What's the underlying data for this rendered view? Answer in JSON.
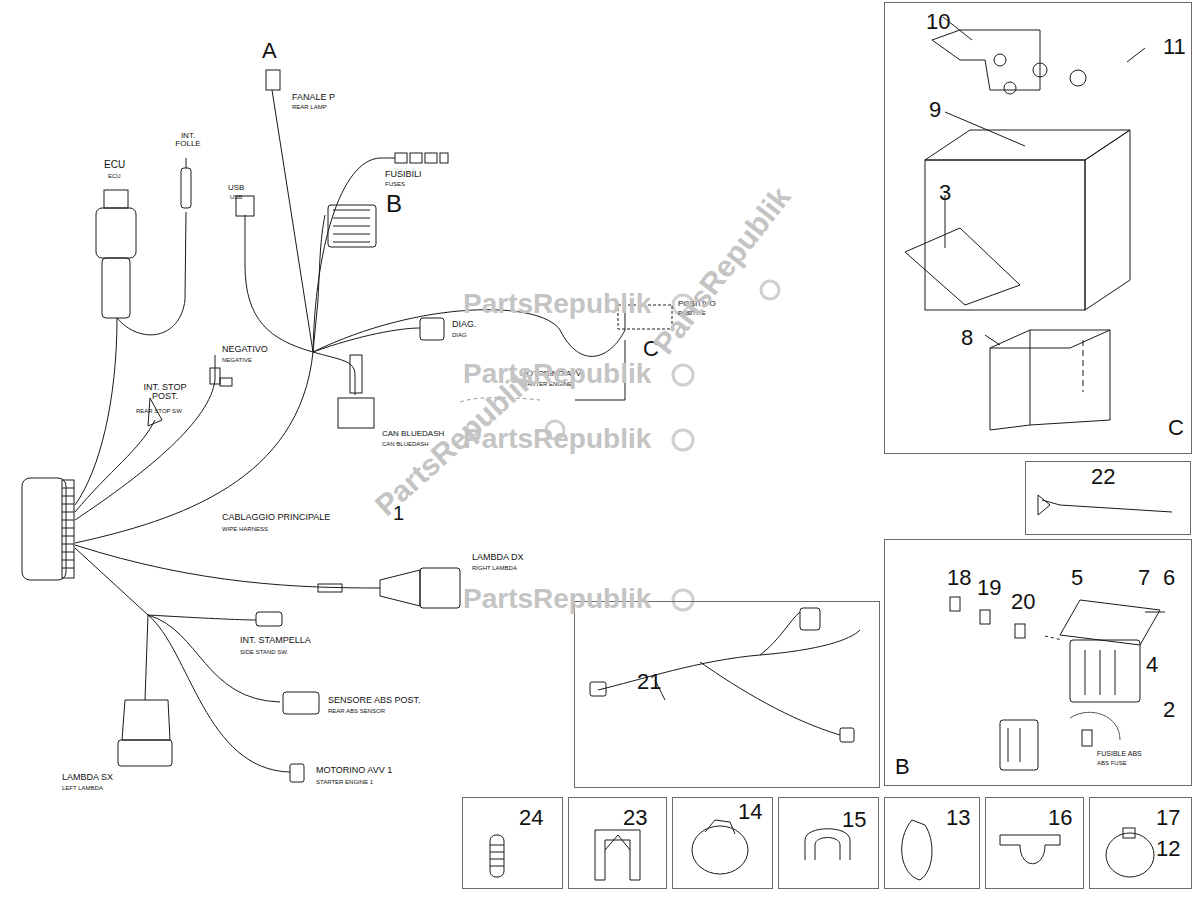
{
  "diagram": {
    "nodes": [
      {
        "text": [
          "10",
          "11",
          "9",
          "3",
          "8",
          "C"
        ]
      },
      {
        "text": [
          "22"
        ]
      },
      {
        "text": [
          "18",
          "19",
          "20",
          "5",
          "7",
          "6",
          "4",
          "2",
          "FUSIBLE ABS",
          "ABS FUSE",
          "B"
        ]
      },
      {
        "text": [
          "21"
        ]
      },
      {
        "text": [
          "24"
        ]
      },
      {
        "text": [
          "23"
        ]
      },
      {
        "text": [
          "14"
        ]
      },
      {
        "text": [
          "15"
        ]
      },
      {
        "text": [
          "13"
        ]
      },
      {
        "text": [
          "16"
        ]
      },
      {
        "text": [
          "17",
          "12"
        ]
      }
    ],
    "edges": [],
    "labels": [
      "A",
      "FANALE P",
      "REAR LAMP",
      "INT. FOLLE",
      "ECU",
      "ECU",
      "USB",
      "USB",
      "FUSIBILI",
      "FUSES",
      "B",
      "POSITIVO",
      "POSITIVE",
      "C",
      "DIAG.",
      "DIAG",
      "NEGATIVO",
      "NEGATIVE",
      "INT. STOP POST.",
      "REAR STOP SW",
      "CAN BLUEDASH",
      "CAN BLUEDASH",
      "MOTORINO AVV.",
      "STARTER ENGINE",
      "CABLAGGIO PRINCIPALE",
      "WIPE HARNESS",
      "1",
      "LAMBDA DX",
      "RIGHT LAMBDA",
      "INT. STAMPELLA",
      "SIDE STAND SW.",
      "SENSORE ABS POST.",
      "REAR ABS SENSOR",
      "LAMBDA SX",
      "LEFT LAMBDA",
      "MOTORINO AVV 1",
      "STARTER ENGINE 1",
      "PartsRepublik",
      "PartsRepublik",
      "PartsRepublik",
      "PartsRepublik",
      "PartsRepublik",
      "PartsRepublik"
    ]
  }
}
